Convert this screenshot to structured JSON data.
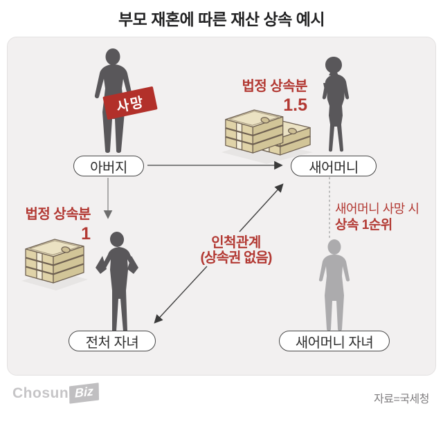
{
  "title": "부모 재혼에 따른 재산 상속 예시",
  "colors": {
    "accent_red": "#b23832",
    "badge_red": "#b2302a",
    "silhouette_dark": "#59575a",
    "silhouette_light": "#acabad",
    "panel_bg": "#f2f0f0",
    "money_beige": "#e3d8b3"
  },
  "diagram": {
    "father": {
      "label": "아버지",
      "badge": "사망"
    },
    "stepmother": {
      "label": "새어머니",
      "share_caption": "법정 상속분",
      "share_value": "1.5"
    },
    "exwife_child": {
      "label": "전처 자녀",
      "share_caption": "법정 상속분",
      "share_value": "1"
    },
    "stepmother_child": {
      "label": "새어머니 자녀"
    },
    "relation_note": {
      "line1": "인척관계",
      "line2": "(상속권 없음)"
    },
    "inherit_note": {
      "line1": "새어머니 사망 시",
      "line2": "상속 1순위"
    }
  },
  "footer": {
    "logo_text": "Chosun",
    "logo_badge": "Biz",
    "source": "자료=국세청"
  }
}
